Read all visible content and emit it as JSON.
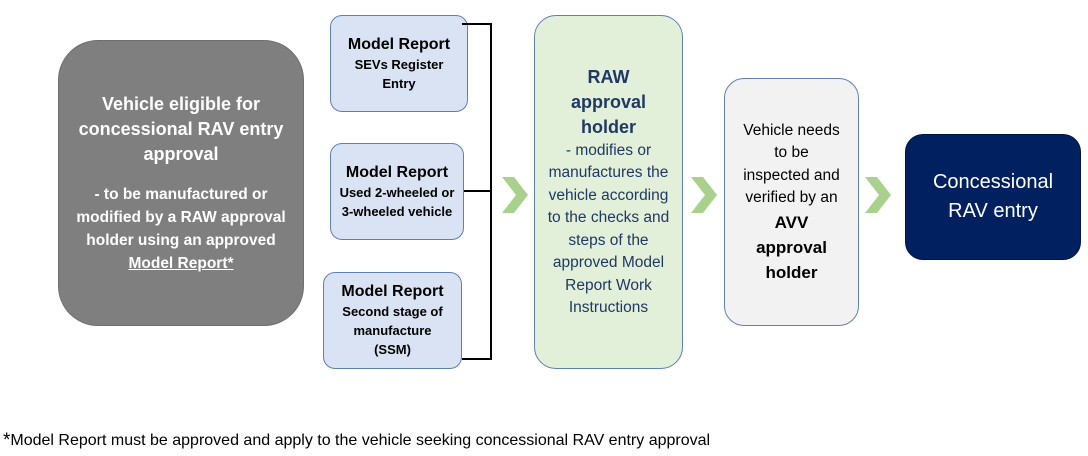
{
  "eligible": {
    "title": "Vehicle eligible for concessional  RAV entry approval",
    "sub_prefix": "- to be manufactured or modified by a RAW approval  holder using an approved ",
    "sub_link": "Model Report*"
  },
  "model_reports": [
    {
      "title": "Model Report",
      "sub": "SEVs Register Entry"
    },
    {
      "title": "Model Report",
      "sub": "Used 2-wheeled or 3-wheeled vehicle"
    },
    {
      "title": "Model Report",
      "sub": "Second stage of manufacture (SSM)"
    }
  ],
  "raw": {
    "title": "RAW approval holder",
    "sub": "- modifies or manufactures the vehicle according to the checks and steps of the approved Model Report Work Instructions"
  },
  "avv": {
    "sub": "Vehicle needs to be inspected and verified by an",
    "bold": "AVV approval holder"
  },
  "result": {
    "text": "Concessional RAV entry"
  },
  "footnote": {
    "star": "*",
    "text": "Model Report must be approved and apply to the vehicle seeking concessional RAV entry approval"
  },
  "colors": {
    "chevron": "#a9d18e",
    "navy": "#002060",
    "grey_box": "#7f7f7f",
    "model_fill": "#dae3f3",
    "raw_fill": "#e2f0d9"
  },
  "icons": [
    "chevron-right-icon"
  ]
}
